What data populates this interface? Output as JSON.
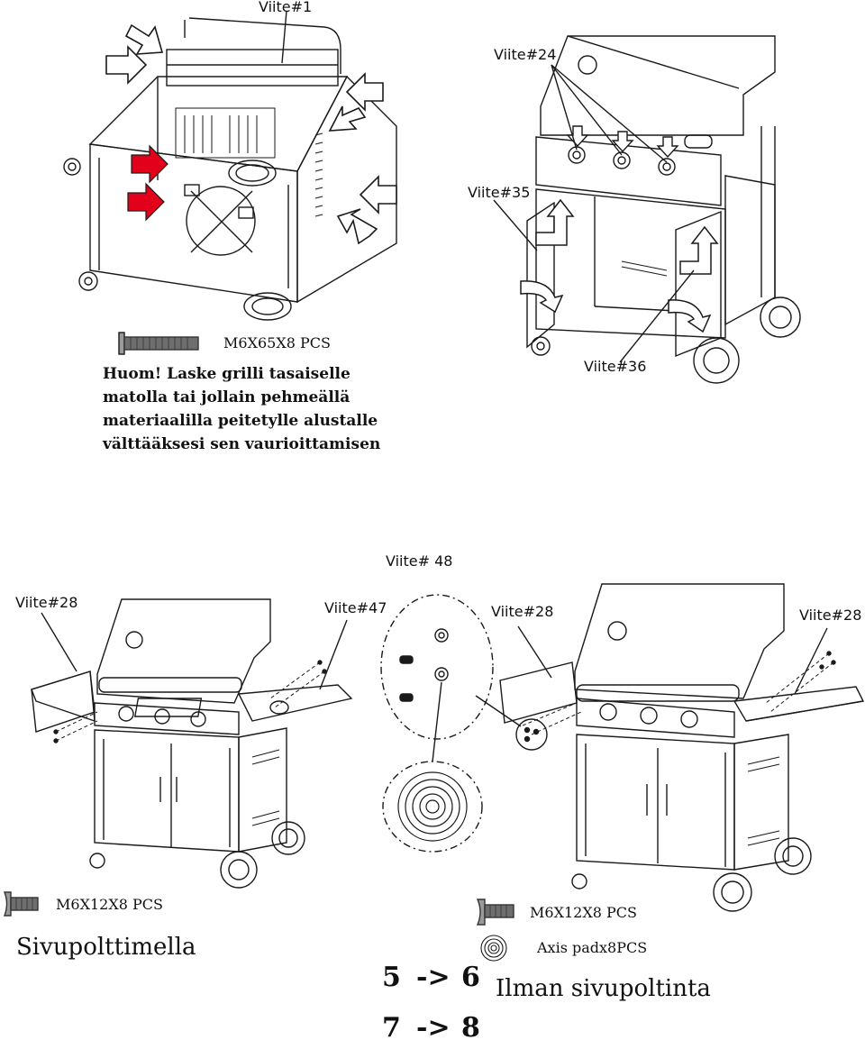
{
  "top_left": {
    "callout_viite1": "Viite#1",
    "screw_spec": "M6X65X8 PCS",
    "note": "Huom! Laske grilli tasaiselle matolla tai jollain pehmeällä materiaalilla peitetylle alustalle välttääksesi sen vaurioittamisen"
  },
  "top_right": {
    "callout_viite24": "Viite#24",
    "callout_viite35": "Viite#35",
    "callout_viite36": "Viite#36"
  },
  "bottom_left": {
    "callout_viite28": "Viite#28",
    "callout_viite47": "Viite#47",
    "screw_spec": "M6X12X8 PCS",
    "caption": "Sivupolttimella"
  },
  "bottom_center": {
    "callout_viite48": "Viite# 48"
  },
  "bottom_right": {
    "callout_viite28_a": "Viite#28",
    "callout_viite28_b": "Viite#28",
    "screw_spec": "M6X12X8 PCS",
    "washer_spec": "Axis padx8PCS",
    "caption": "Ilman sivupoltinta"
  },
  "steps": {
    "row1_from": "5",
    "row1_arrow": "->",
    "row1_to": "6",
    "row2_from": "7",
    "row2_arrow": "->",
    "row2_to": "8"
  },
  "colors": {
    "line": "#1a1a1a",
    "highlight_arrow": "#e3001b"
  }
}
